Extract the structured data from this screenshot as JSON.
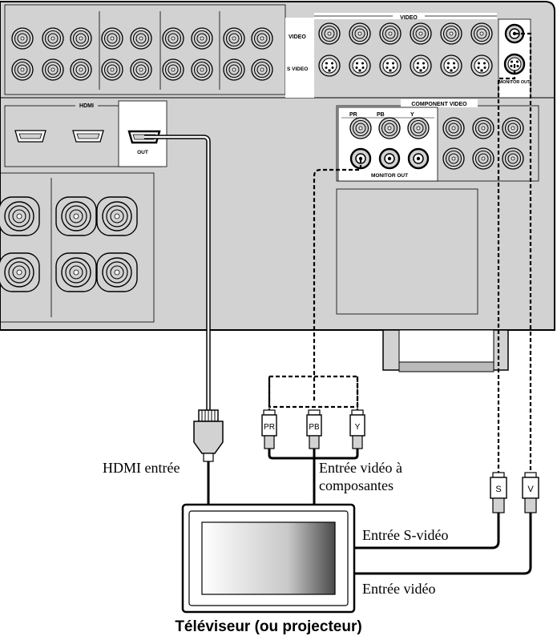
{
  "receiver_panel": {
    "video_header": "VIDEO",
    "video_row_label": "VIDEO",
    "svideo_row_label": "S VIDEO",
    "monitor_out_small": "MONITOR OUT",
    "hdmi_label": "HDMI",
    "hdmi_out_label": "OUT",
    "component_header": "COMPONENT VIDEO",
    "component_pr": "PR",
    "component_pb": "PB",
    "component_y": "Y",
    "component_monitor_out": "MONITOR OUT"
  },
  "plugs": {
    "pr": "PR",
    "pb": "PB",
    "y": "Y",
    "s": "S",
    "v": "V"
  },
  "captions": {
    "hdmi_input": "HDMI entrée",
    "component_input_line1": "Entrée vidéo à",
    "component_input_line2": "composantes",
    "svideo_input": "Entrée S-vidéo",
    "video_input": "Entrée vidéo"
  },
  "device_title": "Téléviseur (ou projecteur)",
  "colors": {
    "panel": "#d2d2d2",
    "outline": "#000000",
    "cable": "#000000",
    "label_bg": "#ffffff"
  }
}
